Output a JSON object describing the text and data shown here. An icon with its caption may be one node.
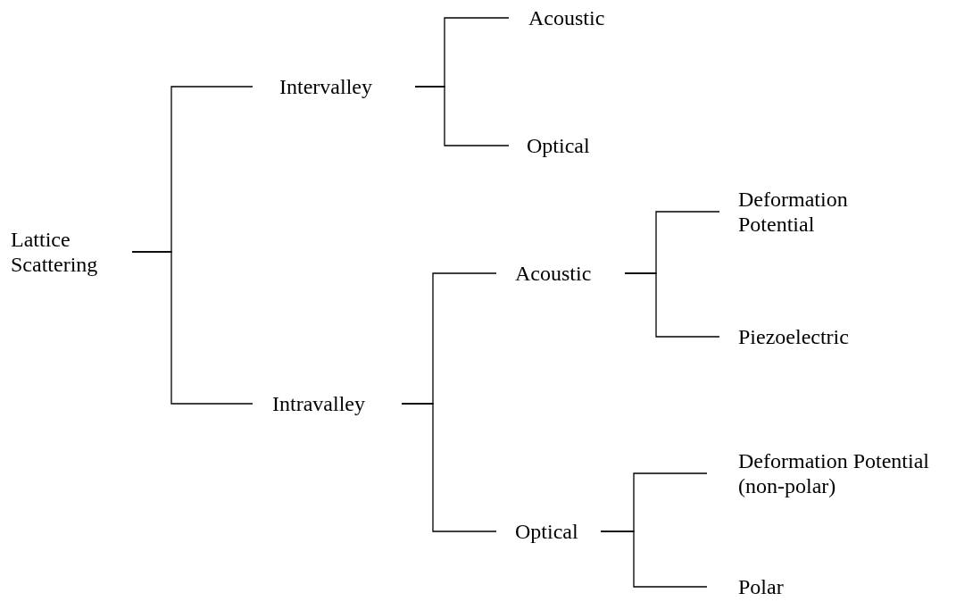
{
  "diagram": {
    "nodes": [
      {
        "text": [
          "Lattice Scattering"
        ]
      },
      {
        "text": [
          "Intervalley"
        ]
      },
      {
        "text": [
          "Acoustic"
        ]
      },
      {
        "text": [
          "Optical"
        ]
      },
      {
        "text": [
          "Intravalley"
        ]
      },
      {
        "text": [
          "Acoustic"
        ]
      },
      {
        "text": [
          "Deformation Potential"
        ]
      },
      {
        "text": [
          "Piezoelectric"
        ]
      },
      {
        "text": [
          "Optical"
        ]
      },
      {
        "text": [
          "Deformation Potential (non-polar)"
        ]
      },
      {
        "text": [
          "Polar"
        ]
      }
    ],
    "edges": [
      {
        "from": 0,
        "to": 1,
        "arrow": "none"
      },
      {
        "from": 0,
        "to": 4,
        "arrow": "none"
      },
      {
        "from": 1,
        "to": 2,
        "arrow": "none"
      },
      {
        "from": 1,
        "to": 3,
        "arrow": "none"
      },
      {
        "from": 4,
        "to": 5,
        "arrow": "none"
      },
      {
        "from": 4,
        "to": 8,
        "arrow": "none"
      },
      {
        "from": 5,
        "to": 6,
        "arrow": "none"
      },
      {
        "from": 5,
        "to": 7,
        "arrow": "none"
      },
      {
        "from": 8,
        "to": 9,
        "arrow": "none"
      },
      {
        "from": 8,
        "to": 10,
        "arrow": "none"
      }
    ]
  }
}
